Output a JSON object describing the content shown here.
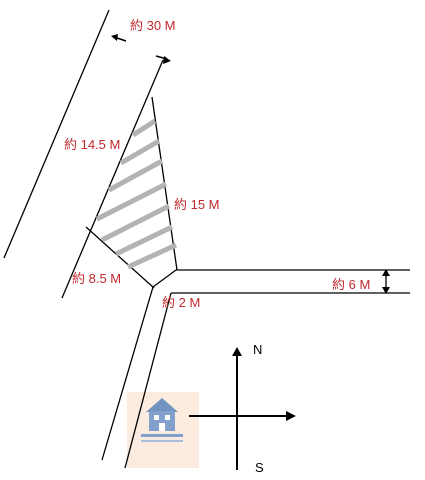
{
  "labels": {
    "road_width_top": "約 30 M",
    "triangle_left": "約 14.5 M",
    "triangle_right": "約 15 M",
    "triangle_bottom": "約 8.5 M",
    "road_right_width": "約 6 M",
    "road_lower_width": "約 2 M"
  },
  "compass": {
    "north": "N",
    "south": "S"
  },
  "colors": {
    "label_red": "#c0282e",
    "hatch_gray": "#b3b3b3",
    "logo_orange": "#f5c8a8",
    "logo_blue": "#5a7fb5",
    "line_black": "#000000"
  },
  "icons": {
    "watermark": "house-logo"
  }
}
